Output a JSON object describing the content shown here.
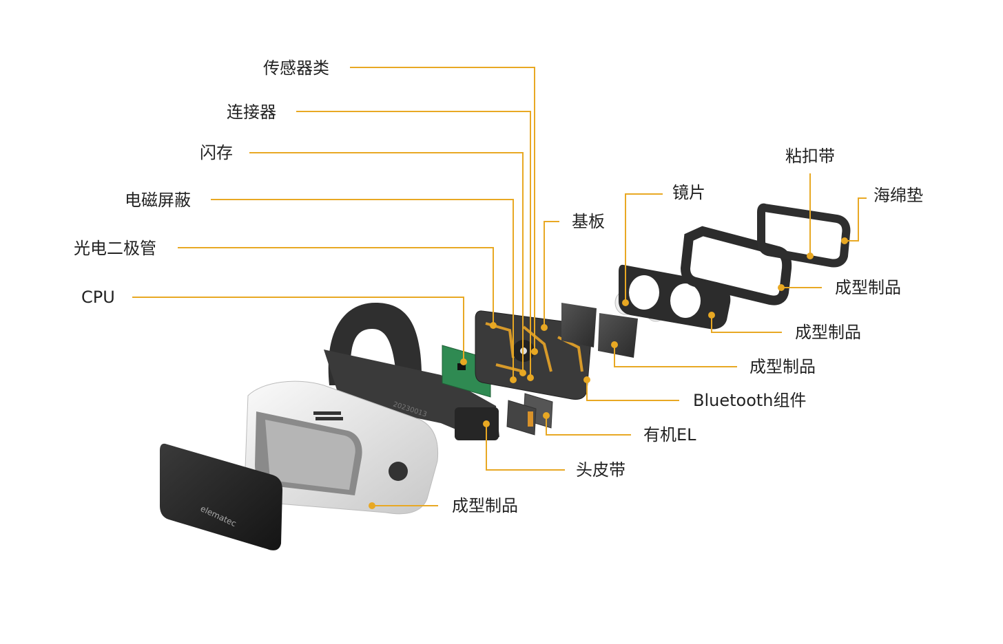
{
  "accent_color": "#e8a823",
  "labels": {
    "sensors": "传感器类",
    "connector": "连接器",
    "flash": "闪存",
    "emi_shield": "电磁屏蔽",
    "photodiode": "光电二极管",
    "cpu": "CPU",
    "substrate": "基板",
    "lens": "镜片",
    "velcro": "粘扣带",
    "sponge_pad": "海绵垫",
    "molded_1": "成型制品",
    "molded_2": "成型制品",
    "molded_3": "成型制品",
    "bluetooth": "Bluetooth组件",
    "oled": "有机EL",
    "head_strap": "头皮带",
    "molded_4": "成型制品"
  },
  "product_marks": {
    "faceplate_logo": "elematec",
    "strap_print": "20230013"
  }
}
